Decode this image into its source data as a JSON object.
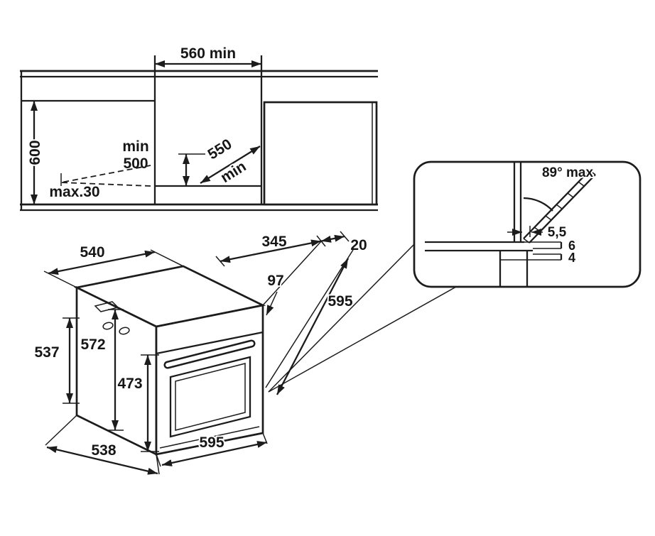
{
  "colors": {
    "line": "#1c1c1c",
    "background": "#ffffff"
  },
  "cabinet_section": {
    "niche_width": "560 min",
    "niche_height": "600",
    "depth_word": "min",
    "depth_value": "500",
    "diag_value": "550",
    "diag_word": "min",
    "plinth": "max.30"
  },
  "oven": {
    "body_width": "540",
    "top_depth": "345",
    "rear_gap": "20",
    "panel_height": "97",
    "height_right": "595",
    "height_back": "537",
    "height_side": "572",
    "door_height": "473",
    "front_width": "595",
    "bottom_depth": "538"
  },
  "detail": {
    "angle": "89° max",
    "offset": "5,5",
    "gap_upper": "6",
    "gap_lower": "4"
  }
}
